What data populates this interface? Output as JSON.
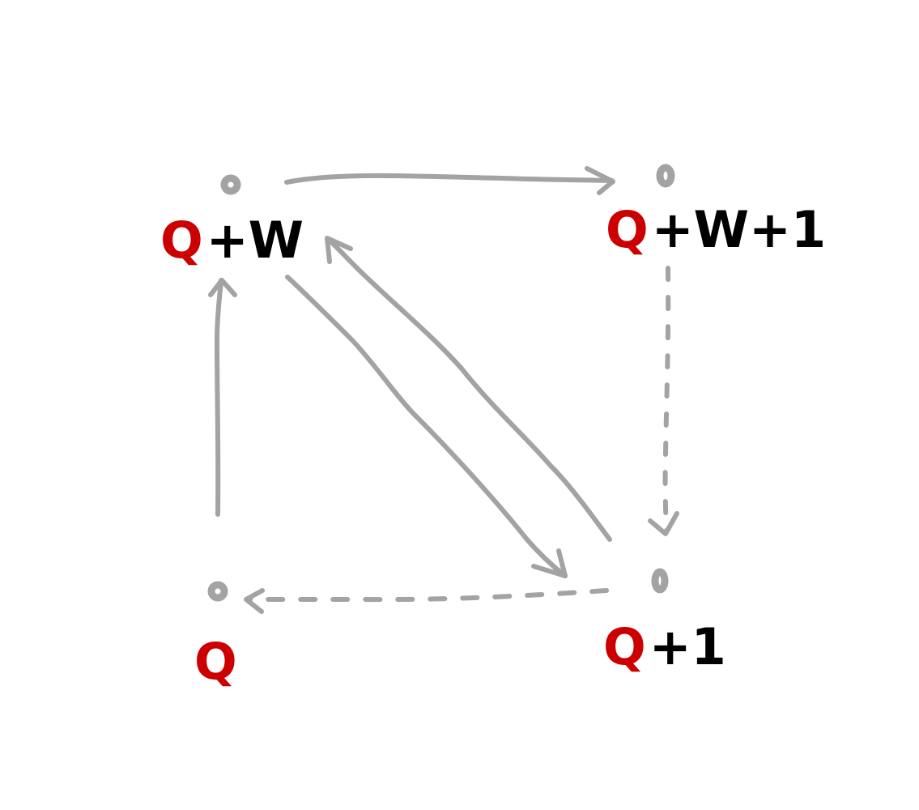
{
  "colors": {
    "background": "#ffffff",
    "arrow": "#a3a3a3",
    "accent": "#cc0000",
    "text": "#000000"
  },
  "nodes": [
    {
      "id": "q-plus-w",
      "var": "Q",
      "suffix": "+W"
    },
    {
      "id": "q-plus-w-plus-1",
      "var": "Q",
      "suffix": "+W+1"
    },
    {
      "id": "q",
      "var": "Q",
      "suffix": ""
    },
    {
      "id": "q-plus-1",
      "var": "Q",
      "suffix": "+1"
    }
  ],
  "edges": [
    {
      "from": "q-plus-w",
      "to": "q-plus-w-plus-1",
      "style": "solid"
    },
    {
      "from": "q-plus-w-plus-1",
      "to": "q-plus-1",
      "style": "dashed"
    },
    {
      "from": "q-plus-1",
      "to": "q",
      "style": "dashed"
    },
    {
      "from": "q",
      "to": "q-plus-w",
      "style": "solid"
    },
    {
      "from": "q-plus-w",
      "to": "q-plus-1",
      "style": "solid"
    },
    {
      "from": "q-plus-1",
      "to": "q-plus-w",
      "style": "solid"
    }
  ]
}
